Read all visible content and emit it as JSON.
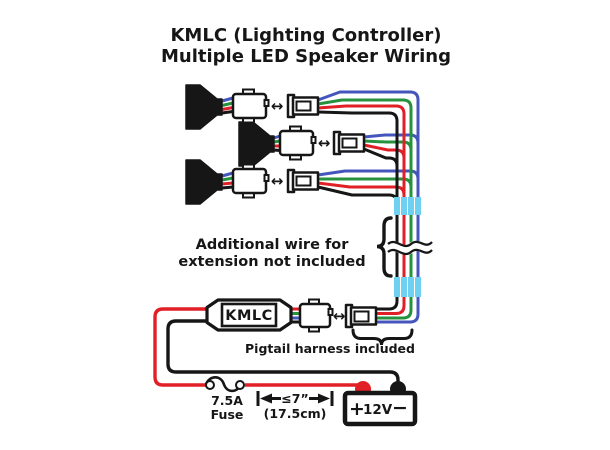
{
  "title": {
    "line1": "KMLC (Lighting Controller)",
    "line2": "Multiple LED Speaker Wiring"
  },
  "labels": {
    "controller": "KMLC",
    "connector_arrow": "↔",
    "extension_note_line1": "Additional wire for",
    "extension_note_line2": "extension not included",
    "pigtail_note": "Pigtail harness included",
    "fuse_rating": "7.5A",
    "fuse_word": "Fuse",
    "max_length": "≤7”",
    "max_length_metric": "(17.5cm)",
    "battery_plus": "+",
    "battery_voltage": "12V",
    "battery_minus": "−"
  },
  "components": {
    "speaker_count": 3,
    "connector_pair_count": 4,
    "wire_colors_per_harness": [
      "blue",
      "green",
      "red",
      "black"
    ],
    "power_wires": [
      "red (+) through 7.5A fuse",
      "black (−)"
    ]
  },
  "colors": {
    "wire_red": "#e01f26",
    "wire_green": "#27923e",
    "wire_blue": "#4456bb",
    "wire_black": "#161616",
    "extension_highlight": "#6fd1f2",
    "battery_text_red": "#e01f26",
    "diagram_ink": "#161616",
    "background": "#ffffff"
  }
}
